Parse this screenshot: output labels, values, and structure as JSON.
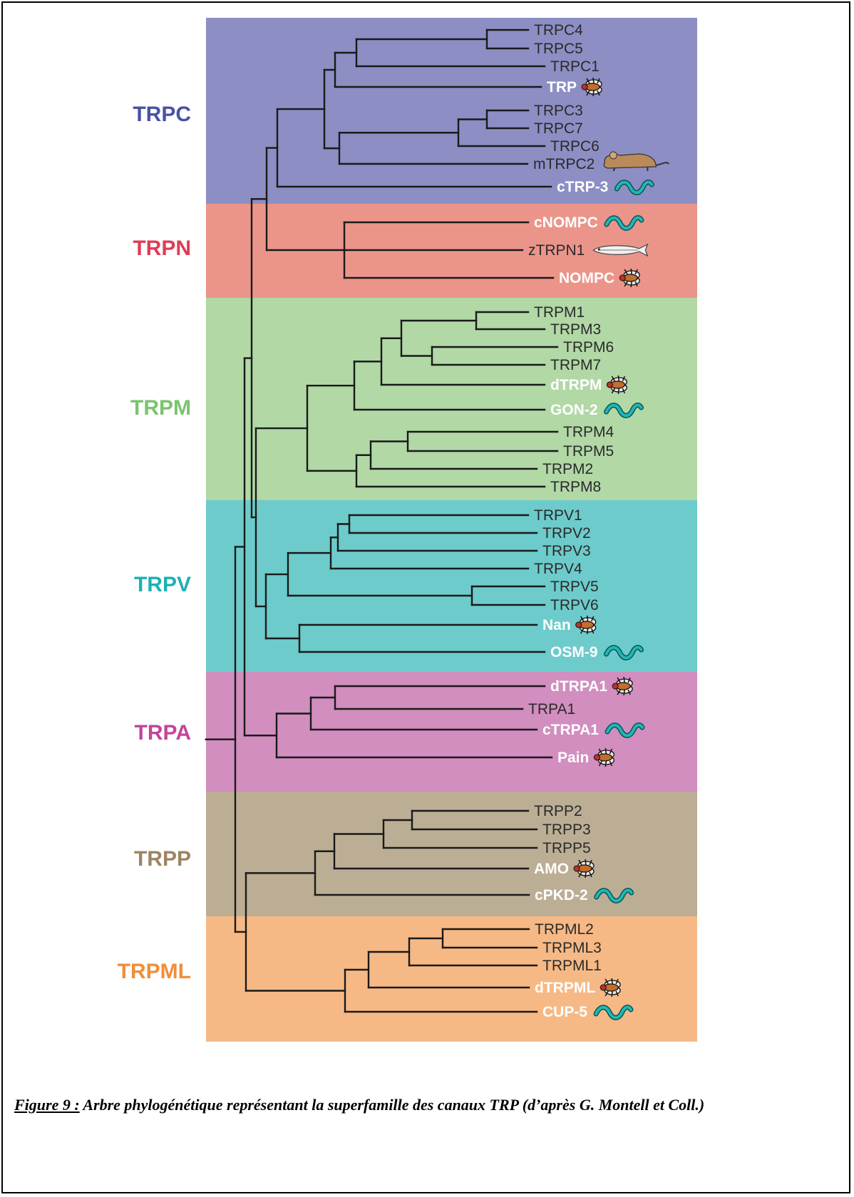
{
  "families": [
    {
      "name": "TRPC",
      "color": "#8d8ec4",
      "label_color": "#4852a6"
    },
    {
      "name": "TRPN",
      "color": "#eb958a",
      "label_color": "#e03c55"
    },
    {
      "name": "TRPM",
      "color": "#b1d8a5",
      "label_color": "#79c46d"
    },
    {
      "name": "TRPV",
      "color": "#6dcbcb",
      "label_color": "#1eb0b4"
    },
    {
      "name": "TRPA",
      "color": "#d18ebf",
      "label_color": "#c2449b"
    },
    {
      "name": "TRPP",
      "color": "#bcae95",
      "label_color": "#9d8463"
    },
    {
      "name": "TRPML",
      "color": "#f6b985",
      "label_color": "#f08e3a"
    }
  ],
  "leaves": [
    {
      "label": "TRPC4",
      "highlight": false,
      "organism": ""
    },
    {
      "label": "TRPC5",
      "highlight": false,
      "organism": ""
    },
    {
      "label": "TRPC1",
      "highlight": false,
      "organism": ""
    },
    {
      "label": "TRP",
      "highlight": true,
      "organism": "fly-icon"
    },
    {
      "label": "TRPC3",
      "highlight": false,
      "organism": ""
    },
    {
      "label": "TRPC7",
      "highlight": false,
      "organism": ""
    },
    {
      "label": "TRPC6",
      "highlight": false,
      "organism": ""
    },
    {
      "label": "mTRPC2",
      "highlight": false,
      "organism": "mouse-icon"
    },
    {
      "label": "cTRP-3",
      "highlight": true,
      "organism": "worm-icon"
    },
    {
      "label": "cNOMPC",
      "highlight": true,
      "organism": "worm-icon"
    },
    {
      "label": "zTRPN1",
      "highlight": false,
      "organism": "fish-icon"
    },
    {
      "label": "NOMPC",
      "highlight": true,
      "organism": "fly-icon"
    },
    {
      "label": "TRPM1",
      "highlight": false,
      "organism": ""
    },
    {
      "label": "TRPM3",
      "highlight": false,
      "organism": ""
    },
    {
      "label": "TRPM6",
      "highlight": false,
      "organism": ""
    },
    {
      "label": "TRPM7",
      "highlight": false,
      "organism": ""
    },
    {
      "label": "dTRPM",
      "highlight": true,
      "organism": "fly-icon"
    },
    {
      "label": "GON-2",
      "highlight": true,
      "organism": "worm-icon"
    },
    {
      "label": "TRPM4",
      "highlight": false,
      "organism": ""
    },
    {
      "label": "TRPM5",
      "highlight": false,
      "organism": ""
    },
    {
      "label": "TRPM2",
      "highlight": false,
      "organism": ""
    },
    {
      "label": "TRPM8",
      "highlight": false,
      "organism": ""
    },
    {
      "label": "TRPV1",
      "highlight": false,
      "organism": ""
    },
    {
      "label": "TRPV2",
      "highlight": false,
      "organism": ""
    },
    {
      "label": "TRPV3",
      "highlight": false,
      "organism": ""
    },
    {
      "label": "TRPV4",
      "highlight": false,
      "organism": ""
    },
    {
      "label": "TRPV5",
      "highlight": false,
      "organism": ""
    },
    {
      "label": "TRPV6",
      "highlight": false,
      "organism": ""
    },
    {
      "label": "Nan",
      "highlight": true,
      "organism": "fly-icon"
    },
    {
      "label": "OSM-9",
      "highlight": true,
      "organism": "worm-icon"
    },
    {
      "label": "dTRPA1",
      "highlight": true,
      "organism": "fly-icon"
    },
    {
      "label": "TRPA1",
      "highlight": false,
      "organism": ""
    },
    {
      "label": "cTRPA1",
      "highlight": true,
      "organism": "worm-icon"
    },
    {
      "label": "Pain",
      "highlight": true,
      "organism": "fly-icon"
    },
    {
      "label": "TRPP2",
      "highlight": false,
      "organism": ""
    },
    {
      "label": "TRPP3",
      "highlight": false,
      "organism": ""
    },
    {
      "label": "TRPP5",
      "highlight": false,
      "organism": ""
    },
    {
      "label": "AMO",
      "highlight": true,
      "organism": "fly-icon"
    },
    {
      "label": "cPKD-2",
      "highlight": true,
      "organism": "worm-icon"
    },
    {
      "label": "TRPML2",
      "highlight": false,
      "organism": ""
    },
    {
      "label": "TRPML3",
      "highlight": false,
      "organism": ""
    },
    {
      "label": "TRPML1",
      "highlight": false,
      "organism": ""
    },
    {
      "label": "dTRPML",
      "highlight": true,
      "organism": "fly-icon"
    },
    {
      "label": "CUP-5",
      "highlight": true,
      "organism": "worm-icon"
    }
  ],
  "caption": {
    "figure": "Figure 9 :",
    "text": " Arbre phylogénétique représentant la superfamille des canaux TRP (d’après G. Montell et Coll.)"
  }
}
